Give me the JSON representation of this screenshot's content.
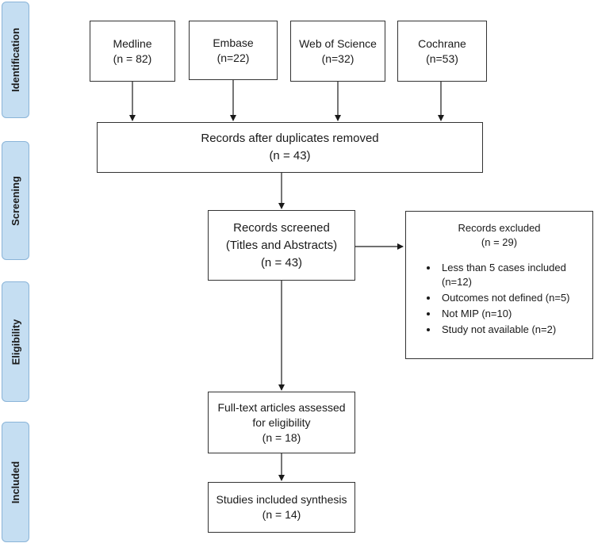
{
  "phases": {
    "identification": "Identification",
    "screening": "Screening",
    "eligibility": "Eligibility",
    "included": "Included"
  },
  "sources": [
    {
      "name": "Medline",
      "count": "(n = 82)"
    },
    {
      "name": "Embase",
      "count": "(n=22)"
    },
    {
      "name": "Web of Science",
      "count": "(n=32)"
    },
    {
      "name": "Cochrane",
      "count": "(n=53)"
    }
  ],
  "duplicates": {
    "label": "Records after duplicates removed",
    "count": "(n = 43)"
  },
  "screened": {
    "line1": "Records screened",
    "line2": "(Titles and Abstracts)",
    "count": "(n = 43)"
  },
  "excluded": {
    "title": "Records excluded",
    "count": "(n = 29)",
    "reasons": [
      "Less than 5 cases included (n=12)",
      "Outcomes not defined (n=5)",
      "Not MIP (n=10)",
      "Study not available (n=2)"
    ]
  },
  "fulltext": {
    "line1": "Full-text articles assessed",
    "line2": "for eligibility",
    "count": "(n = 18)"
  },
  "included": {
    "label": "Studies included synthesis",
    "count": "(n = 14)"
  }
}
